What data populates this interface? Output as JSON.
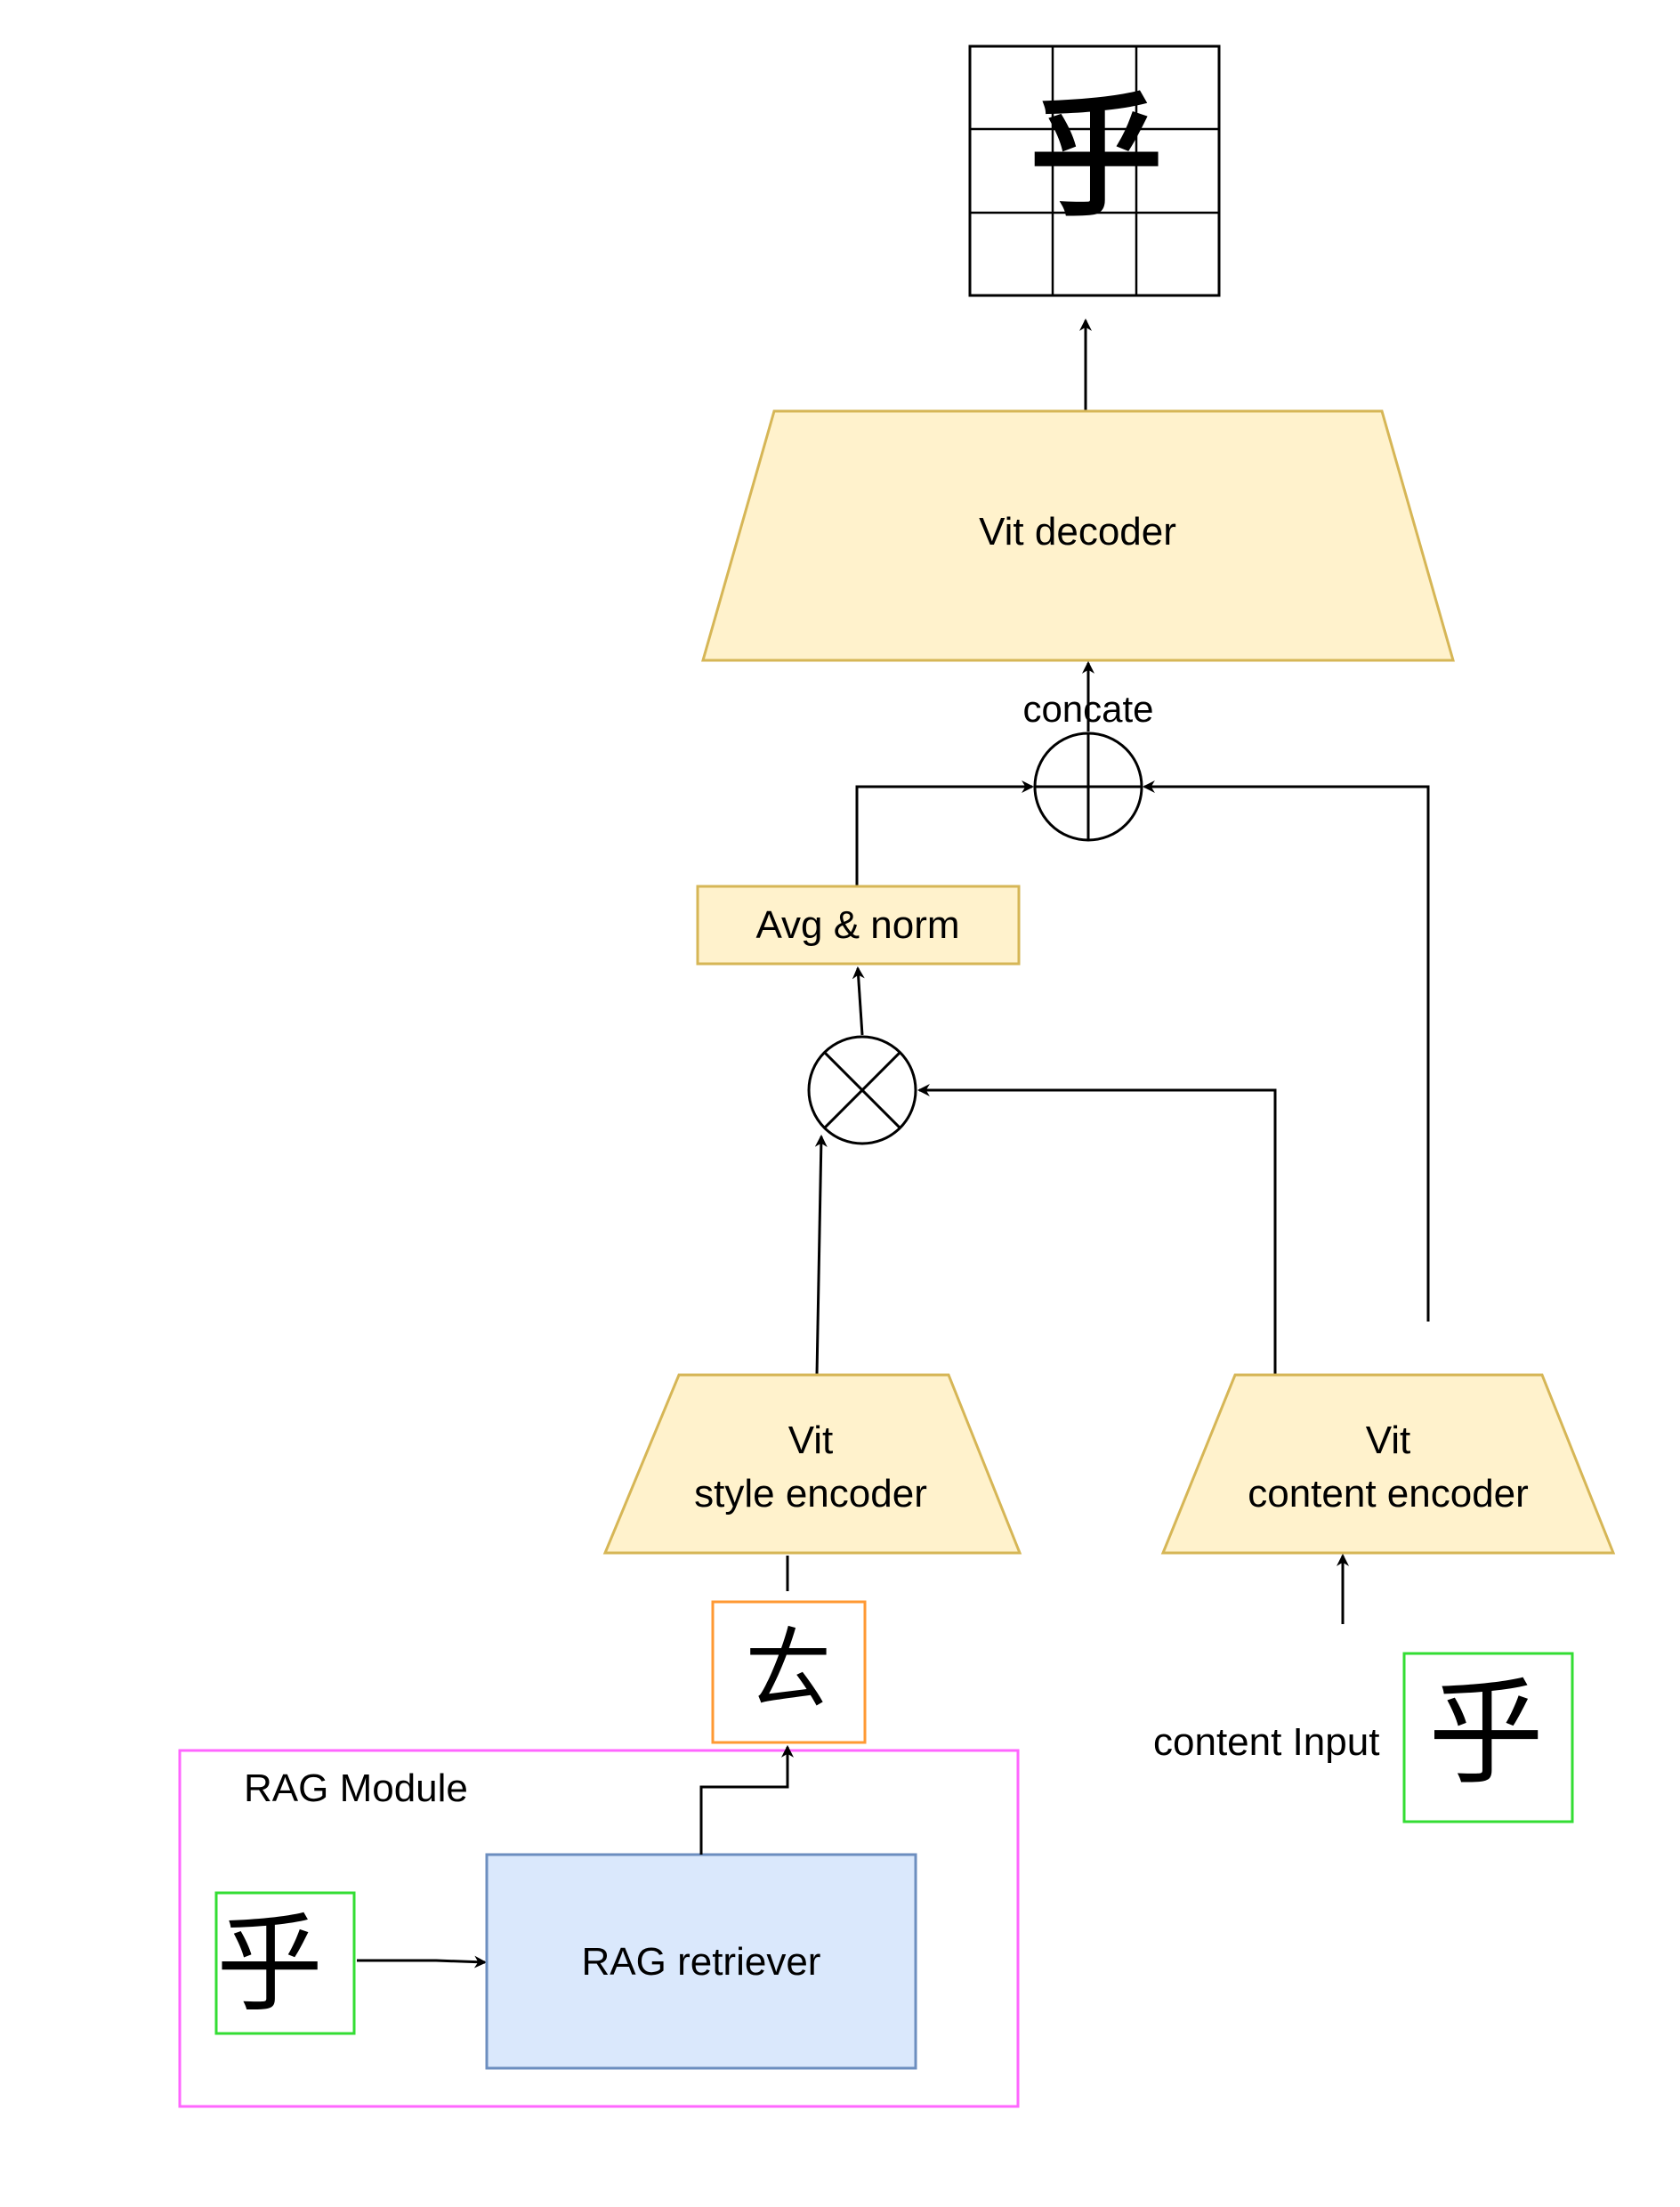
{
  "output": {
    "glyph": "乎"
  },
  "decoder": {
    "label": "Vit decoder"
  },
  "concat": {
    "label": "concate"
  },
  "avg_norm": {
    "label": "Avg & norm"
  },
  "style_encoder": {
    "line1": "Vit",
    "line2": "style encoder"
  },
  "content_encoder": {
    "line1": "Vit",
    "line2": "content encoder"
  },
  "style_reference": {
    "glyph": "ㄊ"
  },
  "content_input": {
    "label": "content Input",
    "glyph": "乎"
  },
  "rag_module": {
    "label": "RAG Module",
    "query_glyph": "乎",
    "retriever_label": "RAG retriever"
  },
  "colors": {
    "encoder_fill": "#fff2cc",
    "encoder_stroke": "#d6b656",
    "retriever_fill": "#dae8fc",
    "retriever_stroke": "#6c8ebf",
    "rag_border": "#ff66ff",
    "green_border": "#33dd33",
    "orange_border": "#ff9933",
    "line": "#000000"
  }
}
